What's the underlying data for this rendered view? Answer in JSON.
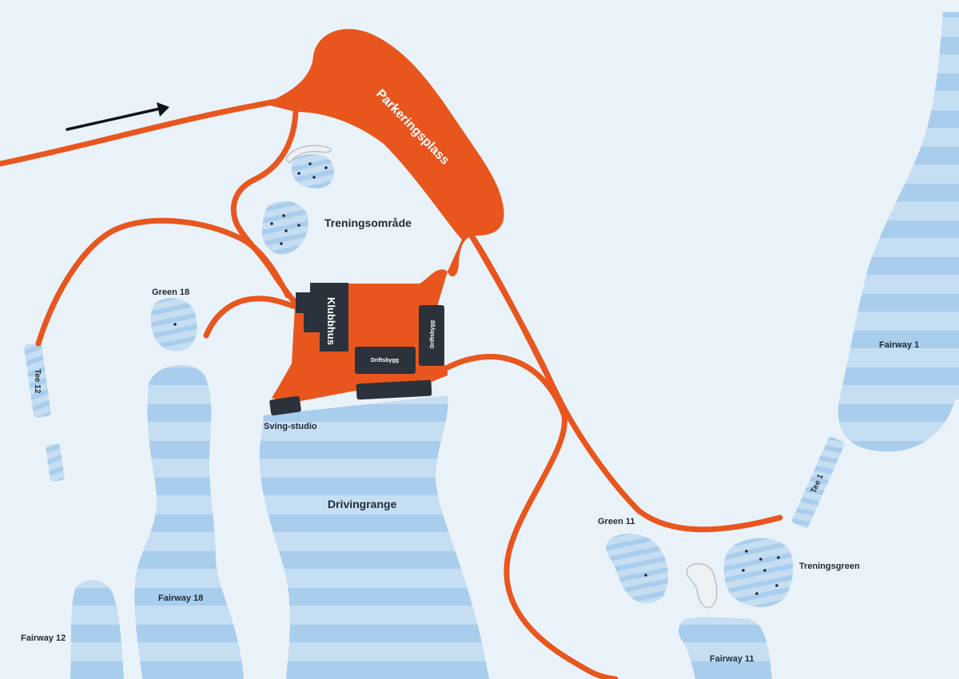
{
  "colors": {
    "background": "#eaf2f9",
    "road": "#e8561e",
    "fairway_light": "#c6def2",
    "fairway_stripe": "#a9cdec",
    "building": "#2b323c",
    "bunker": "#eef1f3"
  },
  "labels": {
    "parking": "Parkeringsplass",
    "training_area": "Treningsområde",
    "clubhouse": "Klubbhus",
    "service_building_1": "Driftsbygg",
    "service_building_2": "Driftsbygg",
    "swing_studio": "Sving-studio",
    "driving_range": "Drivingrange",
    "green_18": "Green 18",
    "tee_12": "Tee 12",
    "fairway_18": "Fairway 18",
    "fairway_12": "Fairway 12",
    "green_11": "Green 11",
    "training_green": "Treningsgreen",
    "tee_1": "Tee 1",
    "fairway_1": "Fairway 1",
    "fairway_11": "Fairway 11"
  },
  "icons": {
    "arrow": "arrow-right-icon"
  }
}
